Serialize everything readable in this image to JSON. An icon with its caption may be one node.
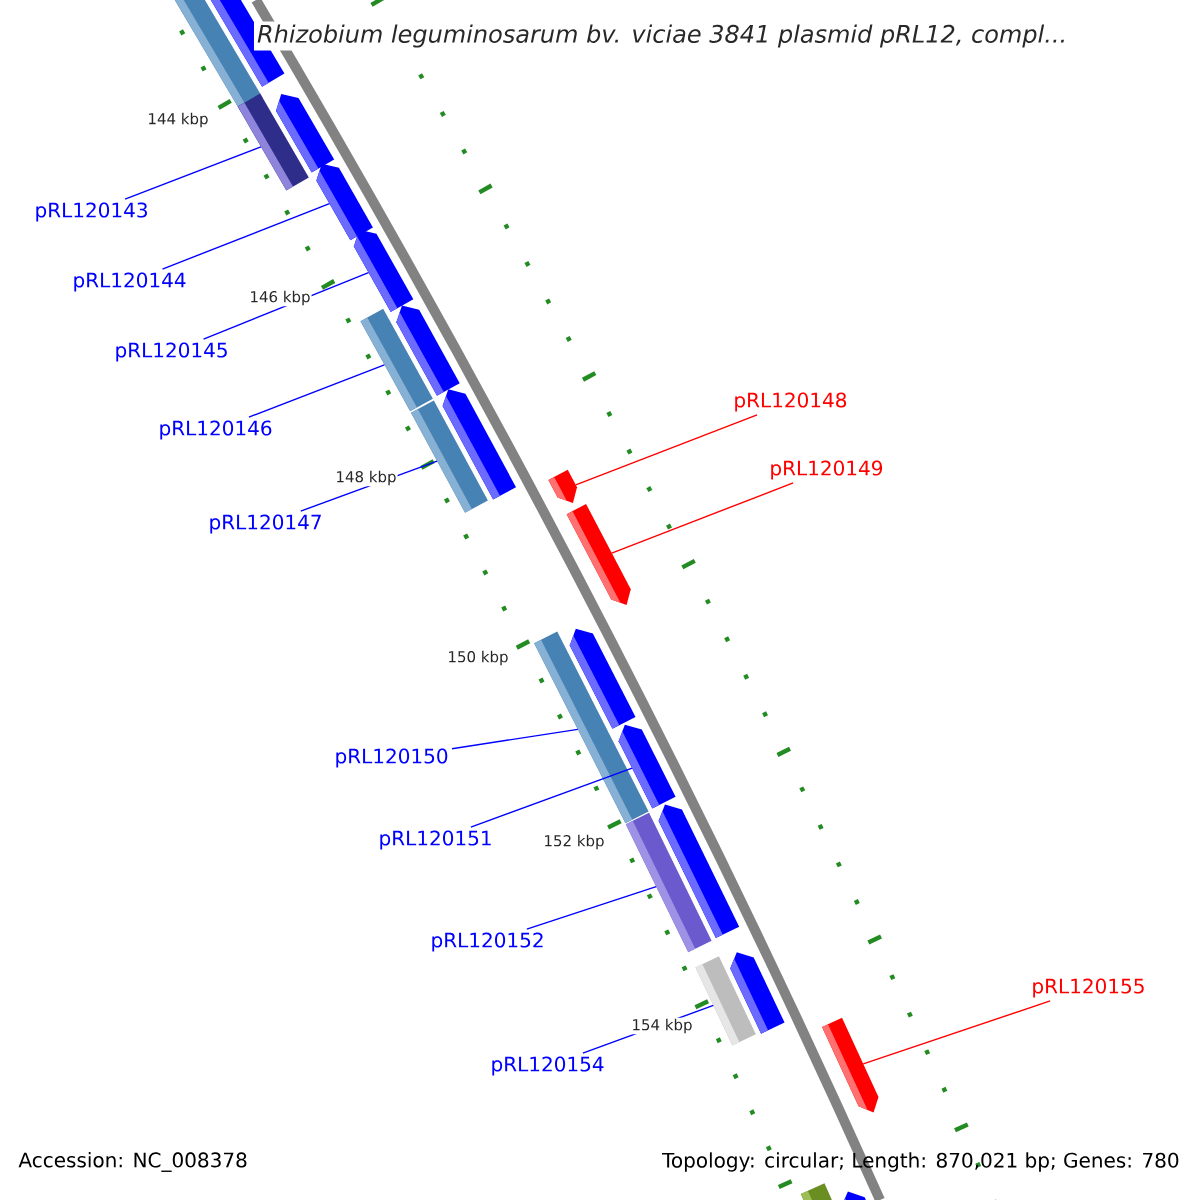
{
  "diagram": {
    "title": "Rhizobium leguminosarum bv. viciae 3841 plasmid pRL12, compl...",
    "nodes": [
      {
        "text": [
          "pRL120143"
        ]
      },
      {
        "text": [
          "pRL120144"
        ]
      },
      {
        "text": [
          "pRL120145"
        ]
      },
      {
        "text": [
          "pRL120146"
        ]
      },
      {
        "text": [
          "pRL120147"
        ]
      },
      {
        "text": [
          "pRL120148"
        ]
      },
      {
        "text": [
          "pRL120149"
        ]
      },
      {
        "text": [
          "pRL120150"
        ]
      },
      {
        "text": [
          "pRL120151"
        ]
      },
      {
        "text": [
          "pRL120152"
        ]
      },
      {
        "text": [
          "pRL120154"
        ]
      },
      {
        "text": [
          "pRL120155"
        ]
      },
      {
        "text": [],
        "shape": "pentagon"
      },
      {
        "text": [],
        "shape": "box"
      },
      {
        "text": [],
        "shape": "pentagon"
      },
      {
        "text": [],
        "shape": "box"
      },
      {
        "text": [],
        "shape": "pentagon"
      },
      {
        "text": [],
        "shape": "pentagon"
      },
      {
        "text": [],
        "shape": "box"
      },
      {
        "text": [],
        "shape": "pentagon"
      },
      {
        "text": [],
        "shape": "box"
      },
      {
        "text": [],
        "shape": "pentagon"
      },
      {
        "text": [],
        "shape": "pentagon"
      },
      {
        "text": [],
        "shape": "pentagon"
      },
      {
        "text": [],
        "shape": "pentagon"
      },
      {
        "text": [],
        "shape": "box"
      },
      {
        "text": [],
        "shape": "pentagon"
      },
      {
        "text": [],
        "shape": "pentagon"
      },
      {
        "text": [],
        "shape": "box"
      },
      {
        "text": [],
        "shape": "pentagon"
      },
      {
        "text": [],
        "shape": "box"
      },
      {
        "text": [],
        "shape": "pentagon"
      },
      {
        "text": [],
        "shape": "pentagon"
      },
      {
        "text": [],
        "shape": "box"
      }
    ],
    "edges": [
      {
        "from": 0,
        "to": 15,
        "arrow": "none"
      },
      {
        "from": 1,
        "to": 16,
        "arrow": "none"
      },
      {
        "from": 2,
        "to": 17,
        "arrow": "none"
      },
      {
        "from": 3,
        "to": 18,
        "arrow": "none"
      },
      {
        "from": 4,
        "to": 20,
        "arrow": "none"
      },
      {
        "from": 5,
        "to": 22,
        "arrow": "none",
        "color": "#ff0000"
      },
      {
        "from": 6,
        "to": 23,
        "arrow": "none",
        "color": "#ff0000"
      },
      {
        "from": 7,
        "to": 25,
        "arrow": "none"
      },
      {
        "from": 8,
        "to": 26,
        "arrow": "none"
      },
      {
        "from": 9,
        "to": 28,
        "arrow": "none"
      },
      {
        "from": 10,
        "to": 30,
        "arrow": "none"
      },
      {
        "from": 11,
        "to": 31,
        "arrow": "none",
        "color": "#ff0000"
      }
    ],
    "labels": [
      "144 kbp",
      "146 kbp",
      "148 kbp",
      "150 kbp",
      "152 kbp",
      "154 kbp",
      "Accession: NC_008378",
      "Topology: circular; Length: 870,021 bp; Genes: 780"
    ]
  }
}
